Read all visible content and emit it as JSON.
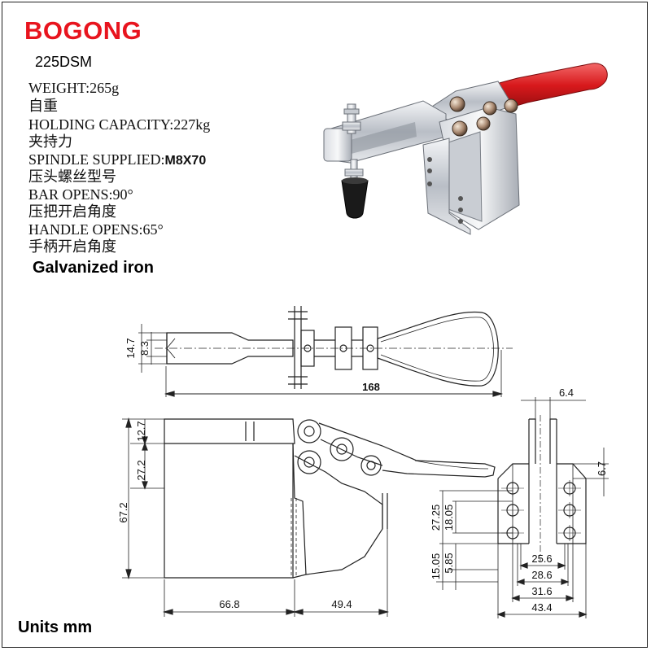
{
  "brand": {
    "name": "BOGONG",
    "color": "#e8141e"
  },
  "model": "225DSM",
  "specs": [
    {
      "label": "WEIGHT:",
      "value": "265g"
    },
    {
      "label": "自重",
      "value": ""
    },
    {
      "label": "HOLDING CAPACITY:",
      "value": "227kg"
    },
    {
      "label": "夹持力",
      "value": ""
    },
    {
      "label": "SPINDLE SUPPLIED:",
      "value": "M8X70"
    },
    {
      "label": "压头螺丝型号",
      "value": ""
    },
    {
      "label": "BAR OPENS:",
      "value": "90°"
    },
    {
      "label": "压把开启角度",
      "value": ""
    },
    {
      "label": "HANDLE OPENS:",
      "value": "65°"
    },
    {
      "label": "手柄开启角度",
      "value": ""
    }
  ],
  "material": "Galvanized iron",
  "units_note": "Units mm",
  "handle_color": "#d8191c",
  "icons": {
    "product": "toggle-clamp-photo"
  },
  "dimensions": {
    "top_view": {
      "height_outer": "14.7",
      "height_inner": "8.3",
      "length": "168"
    },
    "side_view": {
      "top": "12.7",
      "mid": "27.2",
      "total": "67.2",
      "left_len": "66.8",
      "right_len": "49.4"
    },
    "base_view": {
      "top_width": "6.4",
      "slot": "6.7",
      "hole_pitch_outer": "27.25",
      "hole_pitch_inner": "18.05",
      "bottom_outer": "15.05",
      "bottom_inner": "5.85",
      "w1": "25.6",
      "w2": "28.6",
      "w3": "31.6",
      "w4": "43.4"
    }
  }
}
